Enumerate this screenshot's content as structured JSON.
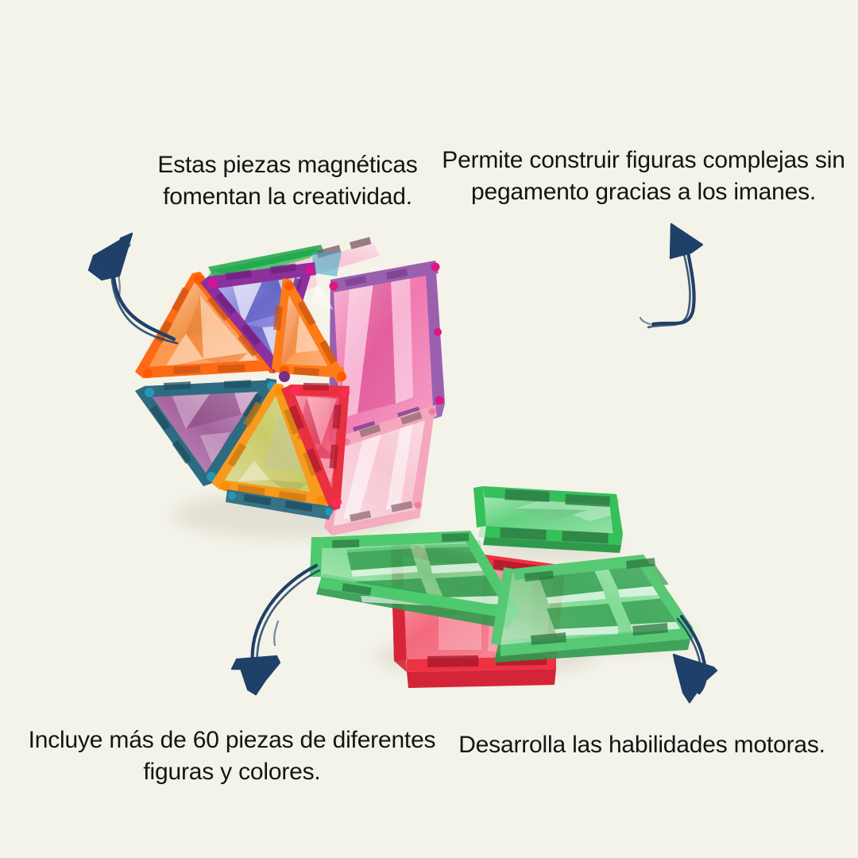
{
  "page": {
    "title": "Piezas magnéticas - características",
    "background_color": "#f4f3e9",
    "text_color": "#141414",
    "arrow_color": "#1f4068"
  },
  "captions": {
    "top_left": "Estas piezas magnéticas\nfomentan la creatividad.",
    "top_right": "Permite construir figuras complejas sin\npegamento gracias a los imanes.",
    "bottom_left": "Incluye más de 60 piezas de diferentes\nfiguras y colores.",
    "bottom_right": "Desarrolla las habilidades motoras."
  },
  "arrows": [
    {
      "name": "arrow-top-left",
      "direction": "up-left",
      "color": "#1f4068"
    },
    {
      "name": "arrow-top-right",
      "direction": "up-right",
      "color": "#1f4068"
    },
    {
      "name": "arrow-bottom-left",
      "direction": "down",
      "color": "#1f4068"
    },
    {
      "name": "arrow-bottom-right",
      "direction": "down-left",
      "color": "#1f4068"
    }
  ],
  "product": {
    "ball": {
      "name": "magnetic-tile-ball",
      "shape": "hexagonal-ball",
      "triangles": [
        {
          "position": "upper-left",
          "frame": "#ff6a16",
          "fill": "#f8833a"
        },
        {
          "position": "top",
          "frame": "#8e2f9e",
          "fill": "#6f6fd8"
        },
        {
          "position": "upper-right",
          "frame": "#ff7b18",
          "fill": "#fb903f"
        },
        {
          "position": "lower-left",
          "frame": "#2d6b82",
          "fill": "#9a4e93"
        },
        {
          "position": "bottom",
          "frame": "#f79a1e",
          "fill": "#c3c452"
        },
        {
          "position": "lower-right",
          "frame": "#e8303f",
          "fill": "#ef3f63"
        }
      ],
      "squares": [
        {
          "position": "right",
          "frame": "#9b5fb0",
          "fill": "#f05fa0"
        },
        {
          "position": "lower-right",
          "frame": "#f6b9c6",
          "fill": "#f7c9d6"
        },
        {
          "position": "rear-top",
          "frame": "#1aa64a",
          "fill": "#45c06a"
        },
        {
          "position": "rear-bar",
          "frame": "#f4a7bd",
          "fill": "#f9cfdb"
        }
      ]
    },
    "loose_tiles": [
      {
        "name": "tile-green-rect-top",
        "color": "#3fc45f",
        "face": "front",
        "shape": "rectangle"
      },
      {
        "name": "tile-green-square-left",
        "color": "#4fc96d",
        "face": "back",
        "shape": "square"
      },
      {
        "name": "tile-green-square-right",
        "color": "#5bd07a",
        "face": "back",
        "shape": "square"
      },
      {
        "name": "tile-red-square",
        "color": "#ee3242",
        "face": "front",
        "shape": "square"
      }
    ]
  }
}
